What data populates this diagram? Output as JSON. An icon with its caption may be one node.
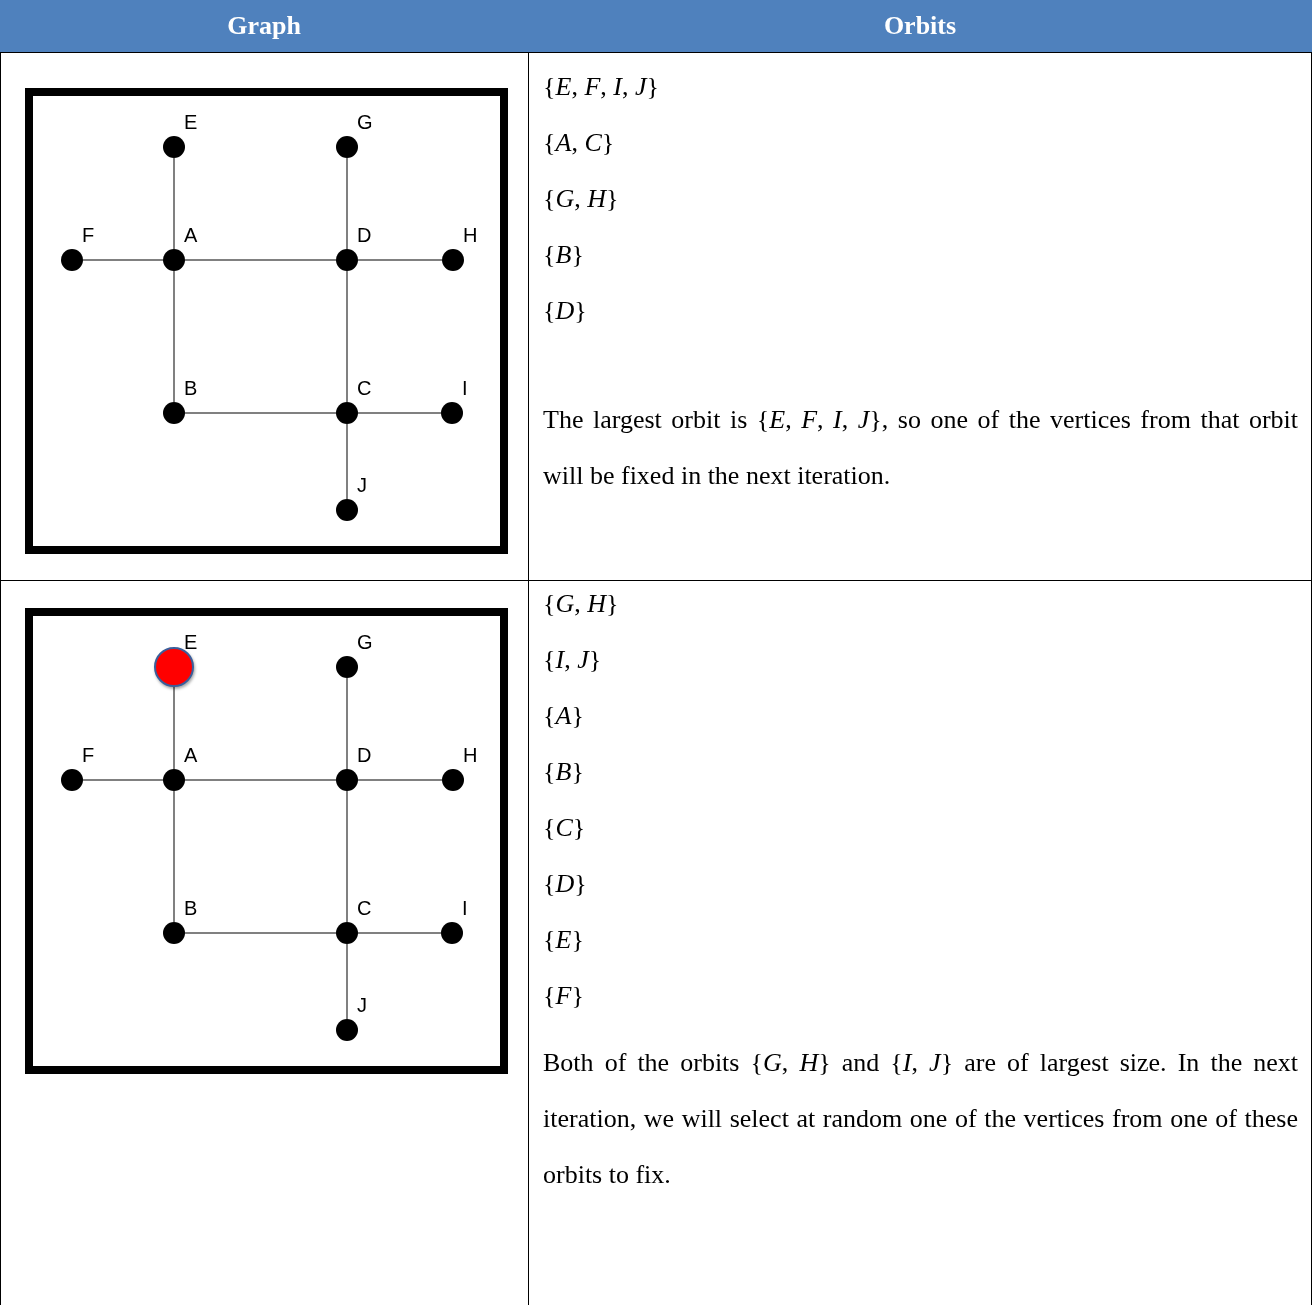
{
  "diagram": {
    "nodes": [
      {
        "text": [],
        "shape": "box"
      },
      {
        "text": [
          "E"
        ],
        "in": 0
      },
      {
        "text": [
          "G"
        ],
        "in": 0
      },
      {
        "text": [
          "F"
        ],
        "in": 0
      },
      {
        "text": [
          "A"
        ],
        "in": 0
      },
      {
        "text": [
          "D"
        ],
        "in": 0
      },
      {
        "text": [
          "H"
        ],
        "in": 0
      },
      {
        "text": [
          "B"
        ],
        "in": 0
      },
      {
        "text": [
          "C"
        ],
        "in": 0
      },
      {
        "text": [
          "I"
        ],
        "in": 0
      },
      {
        "text": [
          "J"
        ],
        "in": 0
      },
      {
        "text": [],
        "shape": "box"
      },
      {
        "text": [
          "E"
        ],
        "in": 11
      },
      {
        "text": [
          "G"
        ],
        "in": 11
      },
      {
        "text": [
          "F"
        ],
        "in": 11
      },
      {
        "text": [
          "A"
        ],
        "in": 11
      },
      {
        "text": [
          "D"
        ],
        "in": 11
      },
      {
        "text": [
          "H"
        ],
        "in": 11
      },
      {
        "text": [
          "B"
        ],
        "in": 11
      },
      {
        "text": [
          "C"
        ],
        "in": 11
      },
      {
        "text": [
          "I"
        ],
        "in": 11
      },
      {
        "text": [
          "J"
        ],
        "in": 11
      }
    ],
    "edges": [
      {
        "from": 1,
        "to": 4,
        "arrow": "none"
      },
      {
        "from": 4,
        "to": 7,
        "arrow": "none"
      },
      {
        "from": 2,
        "to": 5,
        "arrow": "none"
      },
      {
        "from": 5,
        "to": 8,
        "arrow": "none"
      },
      {
        "from": 8,
        "to": 10,
        "arrow": "none"
      },
      {
        "from": 3,
        "to": 4,
        "arrow": "none"
      },
      {
        "from": 4,
        "to": 5,
        "arrow": "none"
      },
      {
        "from": 5,
        "to": 6,
        "arrow": "none"
      },
      {
        "from": 7,
        "to": 8,
        "arrow": "none"
      },
      {
        "from": 8,
        "to": 9,
        "arrow": "none"
      },
      {
        "from": 12,
        "to": 15,
        "arrow": "none"
      },
      {
        "from": 15,
        "to": 18,
        "arrow": "none"
      },
      {
        "from": 13,
        "to": 16,
        "arrow": "none"
      },
      {
        "from": 16,
        "to": 19,
        "arrow": "none"
      },
      {
        "from": 19,
        "to": 21,
        "arrow": "none"
      },
      {
        "from": 14,
        "to": 15,
        "arrow": "none"
      },
      {
        "from": 15,
        "to": 16,
        "arrow": "none"
      },
      {
        "from": 16,
        "to": 17,
        "arrow": "none"
      },
      {
        "from": 18,
        "to": 19,
        "arrow": "none"
      },
      {
        "from": 19,
        "to": 20,
        "arrow": "none"
      }
    ],
    "labels": [
      "Graph",
      "Orbits",
      "{*E*, *F*, *I*, *J*}",
      "{*A*, *C*}",
      "{*G*, *H*}",
      "{*B*}",
      "{*D*}",
      "The largest orbit is {*E*, *F*, *I*, *J*}, so one of the vertices from that orbit will be fixed in the next iteration.",
      "{*G*, *H*}",
      "{*I*, *J*}",
      "{*A*}",
      "{*B*}",
      "{*C*}",
      "{*D*}",
      "{*E*}",
      "{*F*}",
      "Both of the orbits {*G*, *H*} and {*I*, *J*} are of largest size.  In the next iteration, we will select at random one of the vertices from one of these orbits to fix."
    ]
  }
}
